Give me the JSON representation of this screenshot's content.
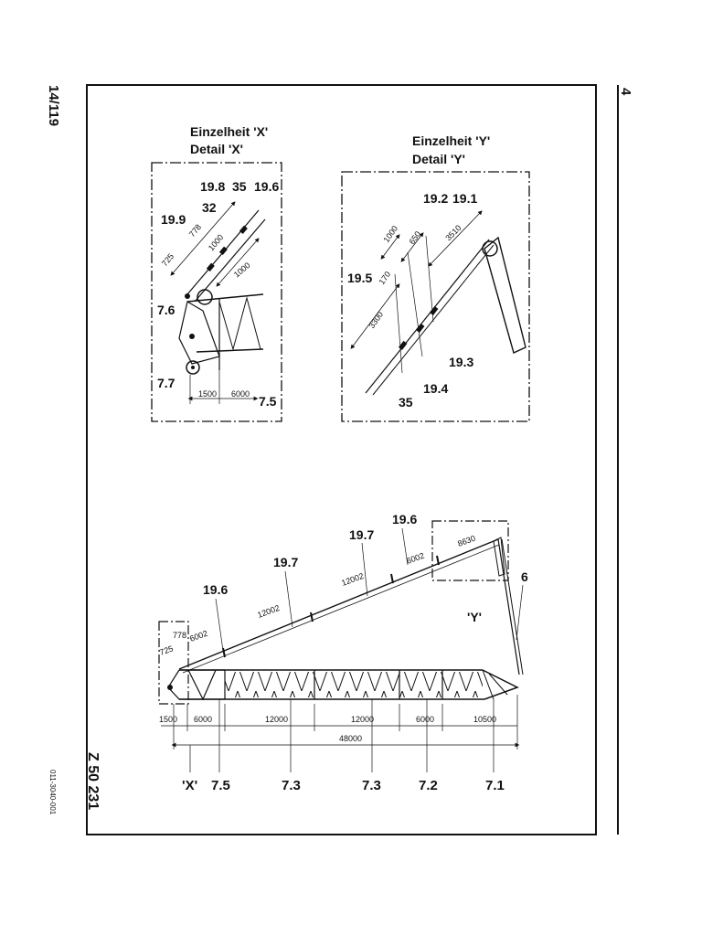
{
  "sheet": {
    "page_number": "14/119",
    "chapter": "4",
    "drawing_no": "Z 50 231",
    "doc_code": "011-3040-001"
  },
  "detail_x": {
    "title_de": "Einzelheit 'X'",
    "title_en": "Detail 'X'",
    "labels": [
      "19.8",
      "35",
      "19.6",
      "32",
      "19.9",
      "7.6",
      "7.7",
      "7.5"
    ],
    "dims": [
      "778",
      "1000",
      "725",
      "1000",
      "1500",
      "6000"
    ]
  },
  "detail_y": {
    "title_de": "Einzelheit 'Y'",
    "title_en": "Detail 'Y'",
    "labels": [
      "19.2",
      "19.1",
      "19.5",
      "19.3",
      "19.4",
      "35"
    ],
    "dims": [
      "1000",
      "650",
      "3510",
      "170",
      "3300"
    ]
  },
  "main": {
    "tie_labels": [
      "19.6",
      "19.7",
      "19.7",
      "19.6",
      "6"
    ],
    "tie_dims": [
      "778",
      "725",
      "6002",
      "12002",
      "12002",
      "6002",
      "8630"
    ],
    "y_ref": "'Y'",
    "segment_dims": [
      "1500",
      "6000",
      "12000",
      "12000",
      "6000",
      "10500"
    ],
    "total_dim": "48000",
    "bottom_labels": [
      "'X'",
      "7.5",
      "7.3",
      "7.3",
      "7.2",
      "7.1"
    ]
  }
}
